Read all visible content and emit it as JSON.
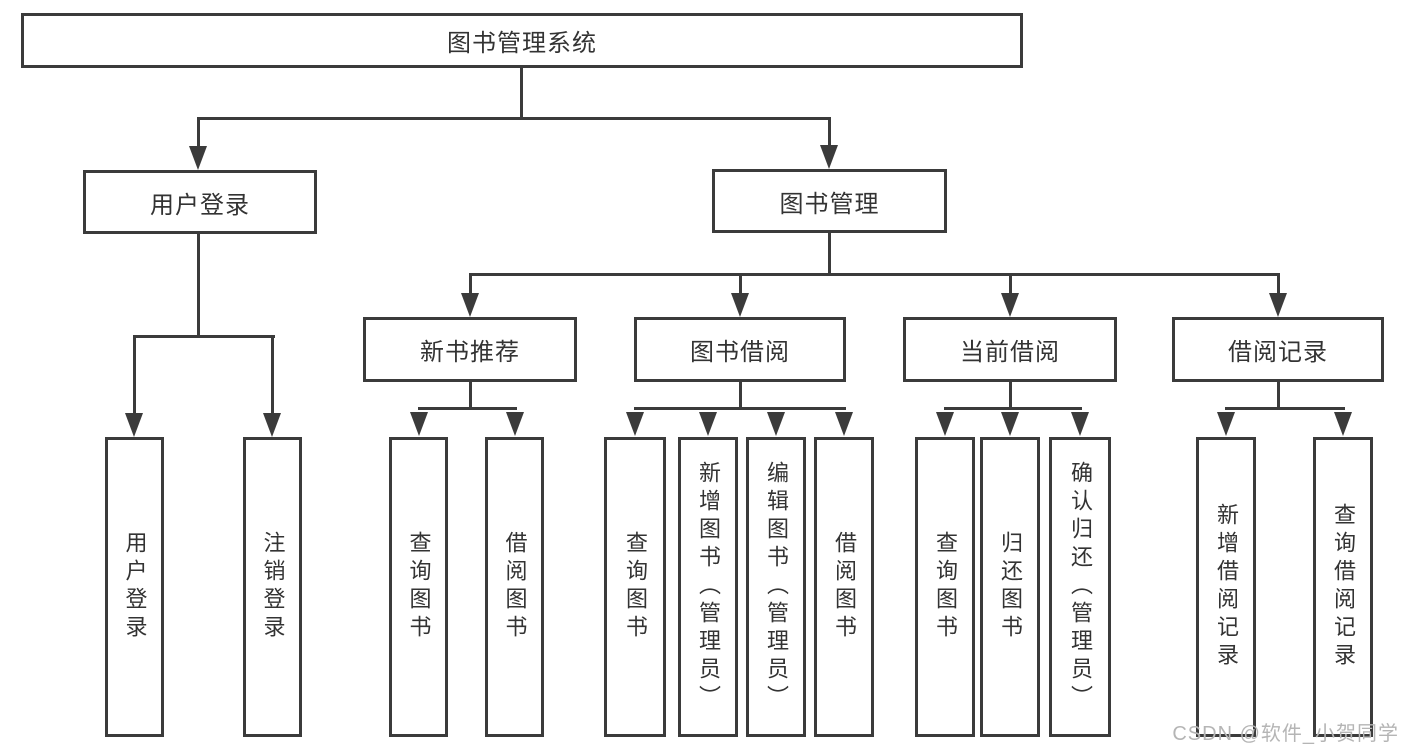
{
  "diagram": {
    "type": "hierarchy-tree",
    "title": "图书管理系统",
    "colors": {
      "line": "#3b3b3b",
      "border": "#3b3b3b",
      "text": "#333333",
      "background": "#ffffff",
      "watermark": "#b5b5b5"
    }
  },
  "nodes": {
    "root": {
      "label": "图书管理系统"
    },
    "level2": [
      {
        "label": "用户登录"
      },
      {
        "label": "图书管理"
      }
    ],
    "level3": [
      {
        "label": "新书推荐"
      },
      {
        "label": "图书借阅"
      },
      {
        "label": "当前借阅"
      },
      {
        "label": "借阅记录"
      }
    ],
    "leaves": [
      {
        "label": "用户登录",
        "parent": "用户登录"
      },
      {
        "label": "注销登录",
        "parent": "用户登录"
      },
      {
        "label": "查询图书",
        "parent": "新书推荐"
      },
      {
        "label": "借阅图书",
        "parent": "新书推荐"
      },
      {
        "label": "查询图书",
        "parent": "图书借阅"
      },
      {
        "label": "新增图书（管理员）",
        "parent": "图书借阅"
      },
      {
        "label": "编辑图书（管理员）",
        "parent": "图书借阅"
      },
      {
        "label": "借阅图书",
        "parent": "图书借阅"
      },
      {
        "label": "查询图书",
        "parent": "当前借阅"
      },
      {
        "label": "归还图书",
        "parent": "当前借阅"
      },
      {
        "label": "确认归还（管理员）",
        "parent": "当前借阅"
      },
      {
        "label": "新增借阅记录",
        "parent": "借阅记录"
      },
      {
        "label": "查询借阅记录",
        "parent": "借阅记录"
      }
    ]
  },
  "watermark": {
    "text": "CSDN @软件_小贺同学"
  }
}
